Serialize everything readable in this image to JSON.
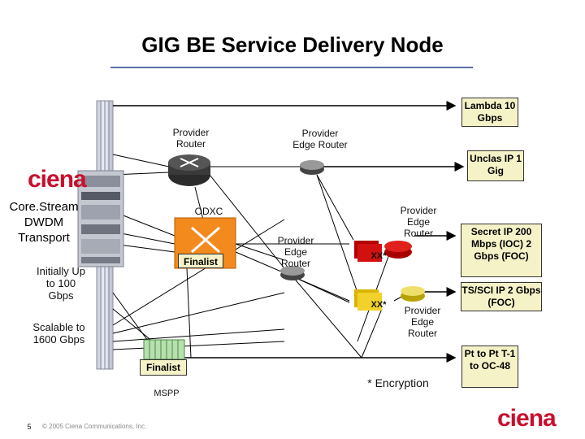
{
  "slide": {
    "title": "GIG BE Service Delivery Node",
    "page_number": "5",
    "copyright": "© 2005 Ciena Communications, Inc."
  },
  "brand": {
    "logo_text": "ciena",
    "accent": "#c8102e",
    "rule_color": "#5a6ea8"
  },
  "left": {
    "system_label": "Core.Stream DWDM Transport",
    "capacity_initial": "Initially Up to 100 Gbps",
    "capacity_scalable": "Scalable to 1600 Gbps"
  },
  "nodes": {
    "provider_router": "Provider Router",
    "edge_router_top": "Provider Edge Router",
    "odxc": "ODXC",
    "finalist_mid": "Finalist",
    "edge_router_mid": "Provider Edge Router",
    "edge_router_right_top": "Provider Edge Router",
    "xx_upper": "XX*",
    "xx_lower": "XX*",
    "edge_router_right_bottom": "Provider Edge Router",
    "finalist_bottom": "Finalist",
    "mspp": "MSPP"
  },
  "services": {
    "lambda": "Lambda 10 Gbps",
    "unclas": "Unclas IP 1 Gig",
    "secret": "Secret IP 200 Mbps (IOC) 2 Gbps (FOC)",
    "ts_sci": "TS/SCI IP 2 Gbps (FOC)",
    "pt_to_pt": "Pt to Pt T-1 to OC-48"
  },
  "footnote": "* Encryption"
}
